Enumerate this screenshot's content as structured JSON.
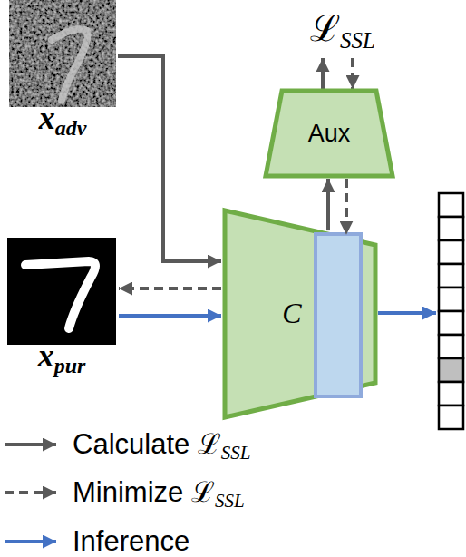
{
  "diagram": {
    "nodes": [
      {
        "text": [
          "xadv"
        ]
      },
      {
        "text": [
          "xpur"
        ]
      },
      {
        "text": [
          "C"
        ]
      },
      {
        "text": [
          "Aux"
        ]
      }
    ],
    "edges": [
      {
        "from": 0,
        "to": 2,
        "arrow": "to"
      },
      {
        "from": 2,
        "to": 1,
        "arrow": "to"
      },
      {
        "from": 1,
        "to": 2,
        "arrow": "to"
      },
      {
        "from": 2,
        "to": 3,
        "arrow": "to"
      },
      {
        "from": 3,
        "to": 2,
        "arrow": "to"
      }
    ],
    "labels": [
      "ℒSSL"
    ],
    "legend": [
      {
        "text": "Calculate ℒSSL"
      },
      {
        "text": "Minimize ℒSSL"
      },
      {
        "text": "Inference"
      }
    ]
  }
}
